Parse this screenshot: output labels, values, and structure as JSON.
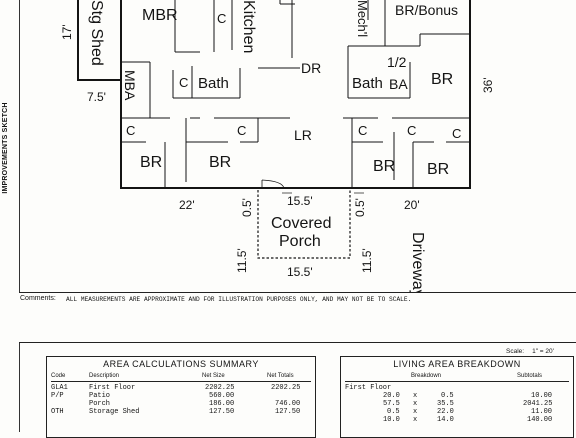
{
  "sidebar": {
    "label": "IMPROVEMENTS SKETCH"
  },
  "sketch": {
    "rooms": {
      "mbr": "MBR",
      "closet": "C",
      "kitchen": "Kitchen",
      "mech": "Mech'l",
      "br_bonus": "BR/Bonus",
      "stg_shed": "Stg Shed",
      "mba": "MBA",
      "bath": "Bath",
      "dr": "DR",
      "half": "1/2",
      "ba": "BA",
      "br": "BR",
      "lr": "LR",
      "covered": "Covered",
      "porch": "Porch",
      "driveway": "Driveway"
    },
    "dims": {
      "d17": "17'",
      "d75": "7.5'",
      "d36": "36'",
      "d22": "22'",
      "d20": "20'",
      "d05": "0.5'",
      "d155": "15.5'",
      "d115": "11.5'"
    }
  },
  "comments": {
    "label": "Comments:",
    "text": "ALL MEASUREMENTS ARE APPROXIMATE AND FOR ILLUSTRATION PURPOSES ONLY, AND MAY NOT BE TO SCALE."
  },
  "scale": {
    "label": "Scale:",
    "value": "1\" = 20'"
  },
  "area_summary": {
    "title": "AREA CALCULATIONS SUMMARY",
    "headers": {
      "code": "Code",
      "description": "Description",
      "net_size": "Net Size",
      "net_totals": "Net Totals"
    },
    "rows": [
      {
        "code": "GLA1",
        "description": "First Floor",
        "net_size": "2202.25",
        "net_total": "2202.25"
      },
      {
        "code": "P/P",
        "description": "Patio",
        "net_size": "560.00",
        "net_total": ""
      },
      {
        "code": "",
        "description": "Porch",
        "net_size": "186.00",
        "net_total": "746.00"
      },
      {
        "code": "OTH",
        "description": "Storage Shed",
        "net_size": "127.50",
        "net_total": "127.50"
      }
    ]
  },
  "living_area": {
    "title": "LIVING AREA BREAKDOWN",
    "headers": {
      "breakdown": "Breakdown",
      "subtotals": "Subtotals"
    },
    "section": "First Floor",
    "rows": [
      {
        "a": "20.0",
        "x": "x",
        "b": "0.5",
        "subtotal": "10.00"
      },
      {
        "a": "57.5",
        "x": "x",
        "b": "35.5",
        "subtotal": "2041.25"
      },
      {
        "a": "0.5",
        "x": "x",
        "b": "22.0",
        "subtotal": "11.00"
      },
      {
        "a": "10.0",
        "x": "x",
        "b": "14.0",
        "subtotal": "140.00"
      }
    ]
  }
}
